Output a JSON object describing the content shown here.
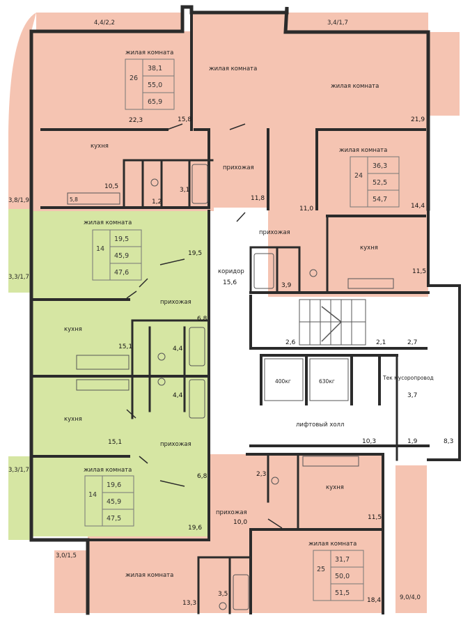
{
  "colors": {
    "apartment_pink": "#f5c4b2",
    "apartment_green": "#d6e6a3",
    "walls": "#2b2b2b",
    "common": "#ffffff",
    "fixture_lines": "#555555"
  },
  "balconies": {
    "top_left": "4,4/2,2",
    "top_right": "3,4/1,7",
    "left_upper": "3,8/1,9",
    "left_mid": "3,3/1,7",
    "left_lower": "3,3/1,7",
    "bottom_left": "3,0/1,5",
    "bottom_right": "9,0/4,0"
  },
  "apartments": {
    "a26": {
      "number": "26",
      "areas": [
        "38,1",
        "55,0",
        "65,9"
      ],
      "rooms": {
        "living1_label": "жилая комната",
        "living1_area": "22,3",
        "living2_label": "жилая комната",
        "living2_area": "15,8",
        "kitchen_label": "кухня",
        "kitchen_area": "10,5",
        "hall_label": "прихожая",
        "hall_area": "11,8",
        "bath_area": "3,1",
        "wc_area": "1,2",
        "fixture_note": "5,8"
      }
    },
    "a24": {
      "number": "24",
      "areas": [
        "36,3",
        "52,5",
        "54,7"
      ],
      "rooms": {
        "living1_label": "жилая комната",
        "living1_area": "21,9",
        "living2_label": "жилая комната",
        "living2_area": "14,4",
        "kitchen_label": "кухня",
        "kitchen_area": "11,5",
        "hall_label": "прихожая",
        "hall_area": "11,0",
        "bath_area": "3,9"
      }
    },
    "a14_upper": {
      "number": "14",
      "areas": [
        "19,5",
        "45,9",
        "47,6"
      ],
      "rooms": {
        "living_label": "жилая комната",
        "living_area": "19,5",
        "kitchen_label": "кухня",
        "kitchen_area": "15,1",
        "hall_label": "прихожая",
        "hall_area": "6,8",
        "bath_area": "4,4"
      }
    },
    "a14_lower": {
      "number": "14",
      "areas": [
        "19,6",
        "45,9",
        "47,5"
      ],
      "rooms": {
        "living_label": "жилая комната",
        "living_area": "19,6",
        "kitchen_label": "кухня",
        "kitchen_area": "15,1",
        "hall_label": "прихожая",
        "hall_area": "6,8",
        "bath_area": "4,4"
      }
    },
    "a25": {
      "number": "25",
      "areas": [
        "31,7",
        "50,0",
        "51,5"
      ],
      "rooms": {
        "living1_label": "жилая комната",
        "living1_area": "18,4",
        "living2_label": "жилая комната",
        "living2_area": "13,3",
        "kitchen_label": "кухня",
        "kitchen_area": "11,5",
        "hall_label": "прихожая",
        "hall_area": "10,0",
        "bath_area": "3,5",
        "wc_area": "2,3"
      }
    }
  },
  "common_areas": {
    "corridor_label": "коридор",
    "corridor_area": "15,6",
    "stair_left_area": "2,6",
    "stair_mid_area": "2,1",
    "stair_right_area": "2,7",
    "lift1": "400кг",
    "lift2": "630кг",
    "garbage_label": "Тек мусоропровод",
    "garbage_area": "3,7",
    "lift_hall_label": "лифтовый холл",
    "lift_hall_area": "10,3",
    "small_area": "1,9",
    "side_area": "8,3"
  }
}
